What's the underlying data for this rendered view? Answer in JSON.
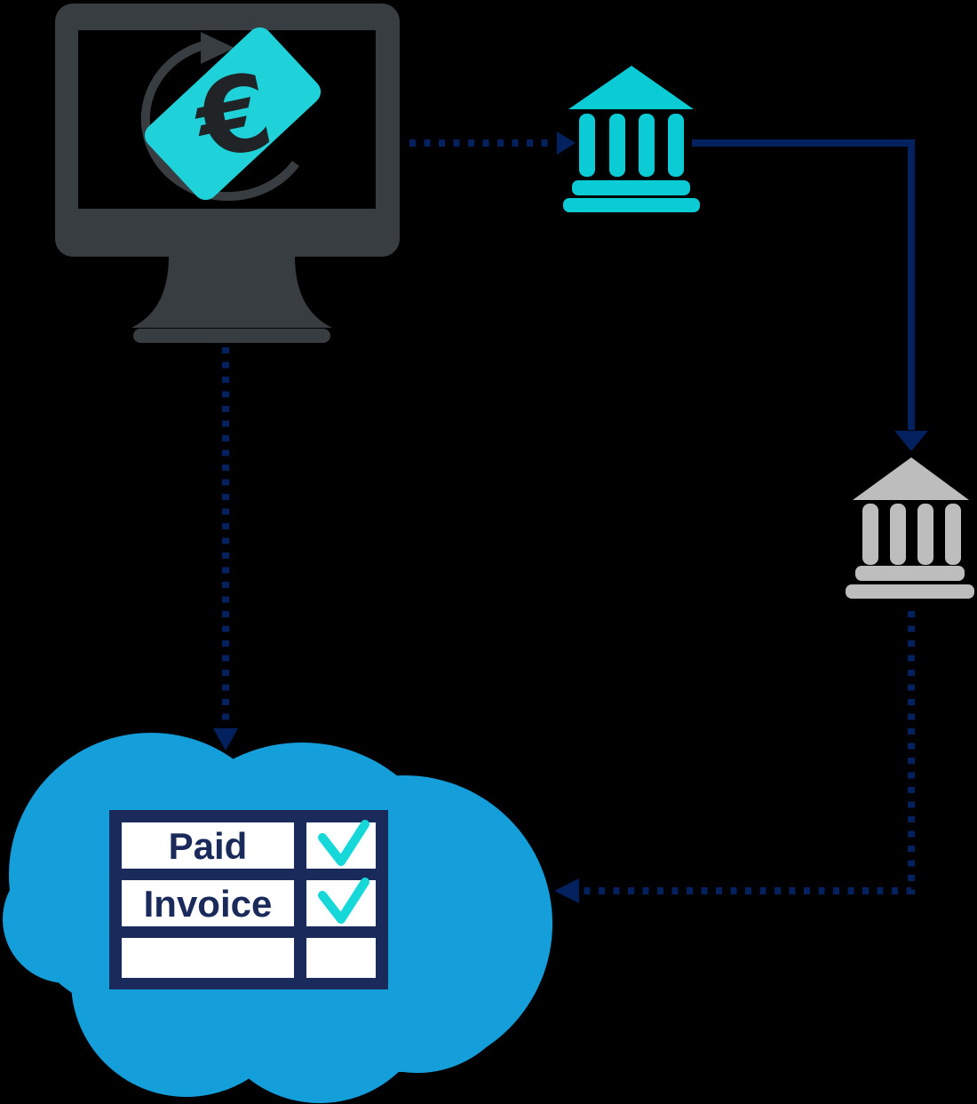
{
  "diagram": {
    "euro_symbol": "€",
    "nodes": {
      "computer": "computer-monitor-with-rotating-euro-payment",
      "bank_sender": "sender-bank-cyan",
      "bank_receiver": "receiver-bank-gray",
      "cloud": "cloud-accounting-system"
    },
    "cloud_table": {
      "rows": [
        {
          "label": "Paid",
          "checked": true
        },
        {
          "label": "Invoice",
          "checked": true
        },
        {
          "label": "",
          "checked": false
        }
      ]
    },
    "colors": {
      "background": "#000000",
      "monitor_gray": "#383D41",
      "euro_dark": "#202427",
      "cyan": "#0BCBD5",
      "note_cyan": "#1FD2D9",
      "check_cyan": "#17D8D8",
      "arrow_navy": "#03205F",
      "table_navy": "#1A2A5B",
      "cloud_blue": "#149FDB",
      "bank_gray": "#BDBDBE",
      "white": "#FFFFFF"
    }
  }
}
